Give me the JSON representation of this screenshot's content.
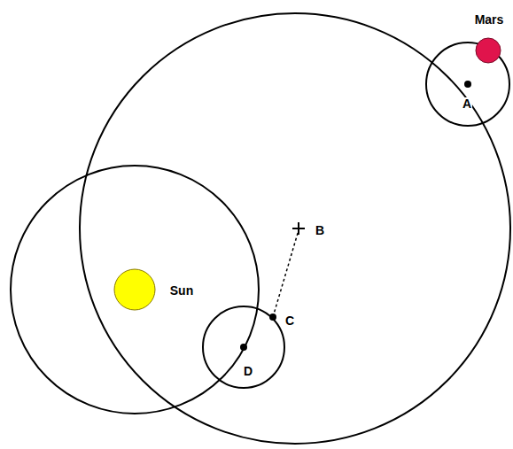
{
  "diagram": {
    "labels": [
      "Mars",
      "A",
      "B",
      "Sun",
      "C",
      "D"
    ]
  }
}
